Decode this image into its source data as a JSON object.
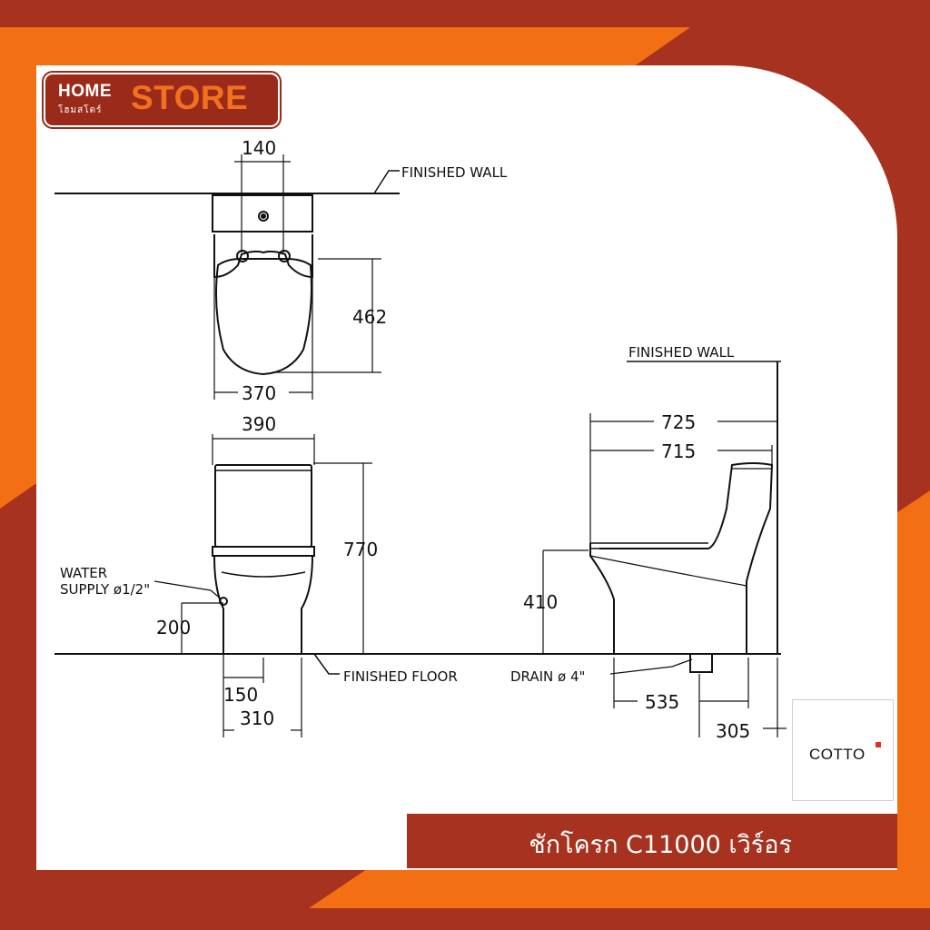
{
  "brand": {
    "home": "HOME",
    "store": "STORE",
    "sub": "โฮมสโตร์"
  },
  "drawing": {
    "finished_wall_top": "FINISHED WALL",
    "finished_wall_side": "FINISHED WALL",
    "finished_floor": "FINISHED FLOOR",
    "water_supply_line1": "WATER",
    "water_supply_line2": "SUPPLY ø1/2\"",
    "drain": "DRAIN ø 4\"",
    "dims": {
      "d140": "140",
      "d462": "462",
      "d370": "370",
      "d390": "390",
      "d770": "770",
      "d200": "200",
      "d150": "150",
      "d310": "310",
      "d725": "725",
      "d715": "715",
      "d410": "410",
      "d535": "535",
      "d305": "305"
    }
  },
  "cotto": {
    "label": "COTTO"
  },
  "title": "ชักโครก C11000  เวิร์อร",
  "colors": {
    "dark_red": "#a6321f",
    "orange": "#f36f14",
    "white": "#ffffff"
  }
}
